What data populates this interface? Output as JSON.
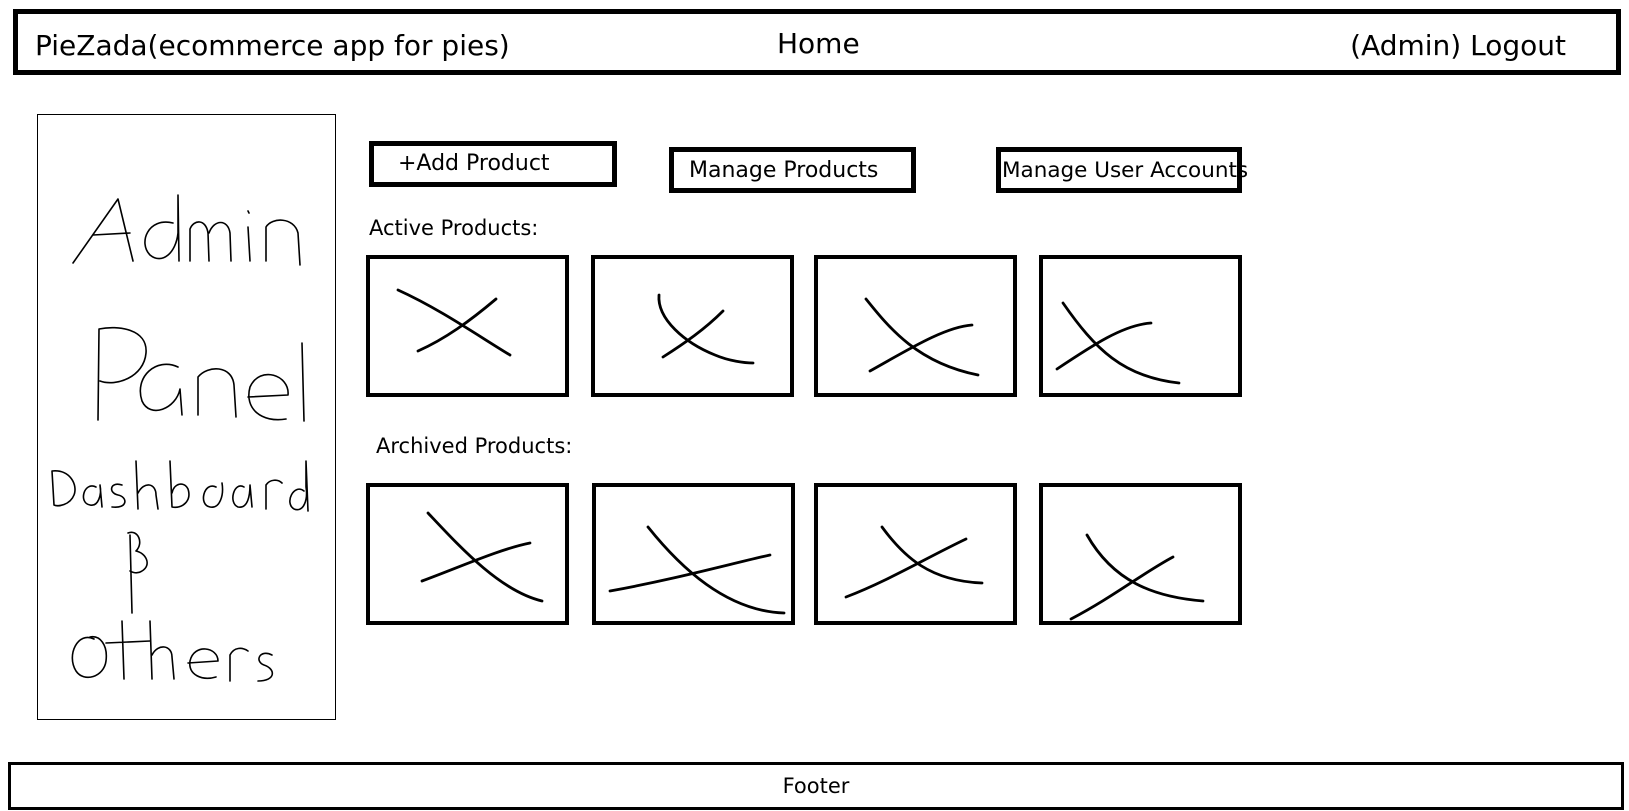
{
  "header": {
    "brand": "PieZada(ecommerce app for pies)",
    "home_link": "Home",
    "logout_link": "(Admin) Logout"
  },
  "sidebar": {
    "handwritten_lines": [
      "Admin",
      "Panel",
      "Dashboard",
      "&",
      "Others"
    ]
  },
  "actions": {
    "add_product": "+Add Product",
    "manage_products": "Manage Products",
    "manage_users": "Manage User Accounts"
  },
  "sections": {
    "active_label": "Active Products:",
    "archived_label": "Archived Products:"
  },
  "active_products": [
    {
      "image": "placeholder-x"
    },
    {
      "image": "placeholder-x"
    },
    {
      "image": "placeholder-x"
    },
    {
      "image": "placeholder-x"
    }
  ],
  "archived_products": [
    {
      "image": "placeholder-x"
    },
    {
      "image": "placeholder-x"
    },
    {
      "image": "placeholder-x"
    },
    {
      "image": "placeholder-x"
    }
  ],
  "footer": {
    "label": "Footer"
  }
}
